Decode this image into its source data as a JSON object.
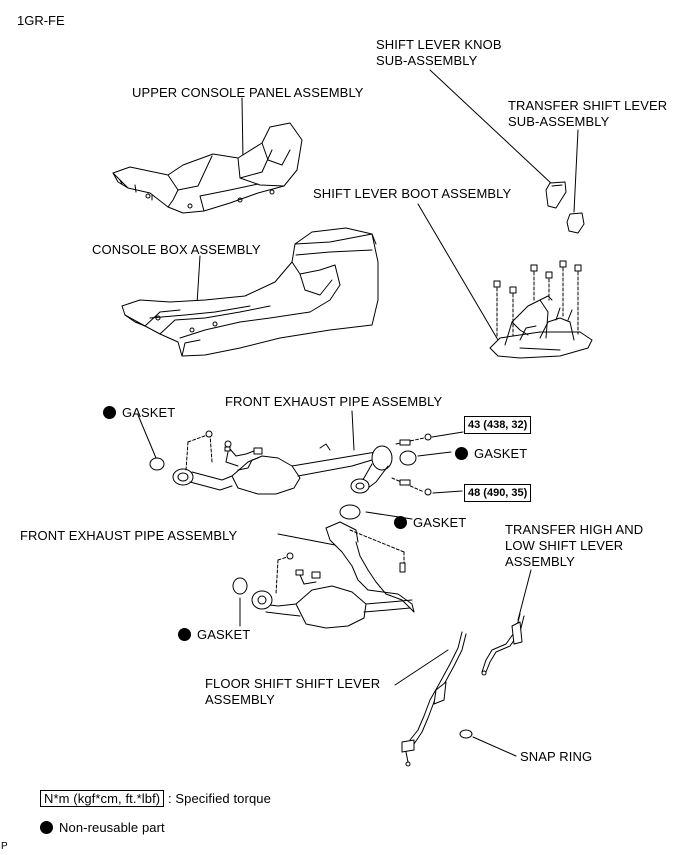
{
  "engine_code": "1GR-FE",
  "labels": {
    "shift_knob": [
      "SHIFT LEVER KNOB",
      "SUB-ASSEMBLY"
    ],
    "transfer_shift_lever": [
      "TRANSFER SHIFT LEVER",
      "SUB-ASSEMBLY"
    ],
    "upper_console": "UPPER CONSOLE PANEL ASSEMBLY",
    "shift_boot": "SHIFT LEVER BOOT ASSEMBLY",
    "console_box": "CONSOLE BOX ASSEMBLY",
    "gasket_1": "GASKET",
    "front_exhaust_1": "FRONT EXHAUST PIPE ASSEMBLY",
    "gasket_2": "GASKET",
    "gasket_3": "GASKET",
    "front_exhaust_2": "FRONT EXHAUST PIPE ASSEMBLY",
    "transfer_high_low": [
      "TRANSFER HIGH AND",
      "LOW SHIFT LEVER",
      "ASSEMBLY"
    ],
    "gasket_4": "GASKET",
    "floor_shift": [
      "FLOOR SHIFT SHIFT LEVER",
      "ASSEMBLY"
    ],
    "snap_ring": "SNAP RING"
  },
  "torques": {
    "t1": "43 (438, 32)",
    "t2": "48 (490, 35)"
  },
  "legend": {
    "torque_unit": "N*m (kgf*cm, ft.*lbf)",
    "torque_desc": ": Specified torque",
    "non_reusable": "Non-reusable part"
  },
  "footer_code": "P"
}
